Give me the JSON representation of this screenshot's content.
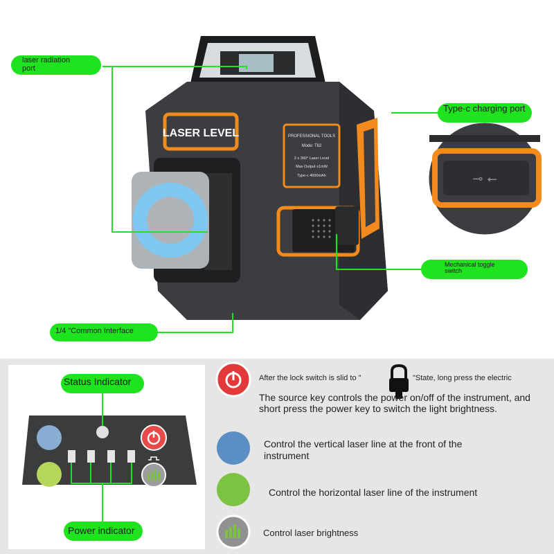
{
  "callouts": {
    "laser_port": "laser radiation port",
    "typec_port": "Type-c charging port",
    "toggle_switch": "Mechanical toggle switch",
    "interface": "1/4 \"Common Interface",
    "status_indicator": "Status Indicator",
    "power_indicator": "Power indicator"
  },
  "device": {
    "brand_label": "LASER LEVEL",
    "spec_plate": {
      "line1": "PROFESSIONAL TOOLS",
      "line2": "Mode: T62",
      "line3": "2 x 360° Laser Level",
      "line4": "Max Output ≤1mW",
      "line5": "Type-c    4000mAh"
    }
  },
  "legend": {
    "power_text_a": "After the lock switch is slid to \"",
    "power_text_b": "\"State, long press the electric",
    "power_text_c": "The source key controls the power on/off of the instrument, and short press the power key to switch the light brightness.",
    "blue_text": "Control the vertical laser line at the front of the instrument",
    "green_text": "Control the horizontal laser line of the instrument",
    "brightness_text": "Control laser brightness"
  },
  "colors": {
    "callout_green": "#1fe31f",
    "orange": "#f28a1e",
    "body_dark": "#3b3d40",
    "blue": "#5b8fc4",
    "green": "#7cc243",
    "red": "#e23a3a",
    "laser_blue": "#7ec8f2"
  }
}
